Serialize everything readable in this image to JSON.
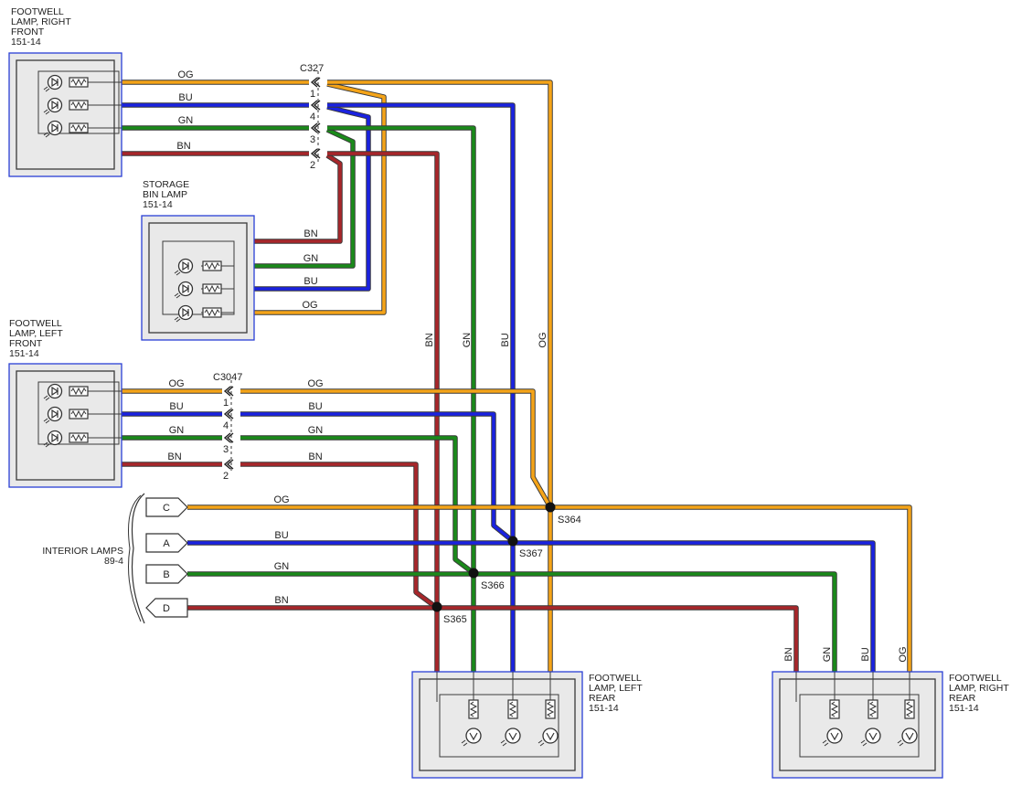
{
  "components": {
    "fw_rf": {
      "title": [
        "FOOTWELL",
        "LAMP, RIGHT",
        "FRONT",
        "151-14"
      ]
    },
    "storage": {
      "title": [
        "STORAGE",
        "BIN LAMP",
        "151-14"
      ]
    },
    "fw_lf": {
      "title": [
        "FOOTWELL",
        "LAMP, LEFT",
        "FRONT",
        "151-14"
      ]
    },
    "fw_lr": {
      "title": [
        "FOOTWELL",
        "LAMP, LEFT",
        "REAR",
        "151-14"
      ]
    },
    "fw_rr": {
      "title": [
        "FOOTWELL",
        "LAMP, RIGHT",
        "REAR",
        "151-14"
      ]
    },
    "interior": {
      "title": [
        "INTERIOR LAMPS",
        "89-4"
      ]
    }
  },
  "connectors": {
    "c327": {
      "name": "C327",
      "pins": [
        "1",
        "4",
        "3",
        "2"
      ]
    },
    "c3047": {
      "name": "C3047",
      "pins": [
        "1",
        "4",
        "3",
        "2"
      ]
    }
  },
  "interior_terminals": [
    "C",
    "A",
    "B",
    "D"
  ],
  "splices": {
    "s364": "S364",
    "s367": "S367",
    "s366": "S366",
    "s365": "S365"
  },
  "wires": {
    "og": {
      "code": "OG",
      "color": "#f5a418"
    },
    "bu": {
      "code": "BU",
      "color": "#1a22e0"
    },
    "gn": {
      "code": "GN",
      "color": "#1a8a1a"
    },
    "bn": {
      "code": "BN",
      "color": "#a8262a"
    }
  },
  "colors": {
    "box_border": "#2a3fd6",
    "box_fill": "#e9e9e9",
    "outline": "#3a3a3a",
    "wire_edge": "#3a3a3a"
  }
}
